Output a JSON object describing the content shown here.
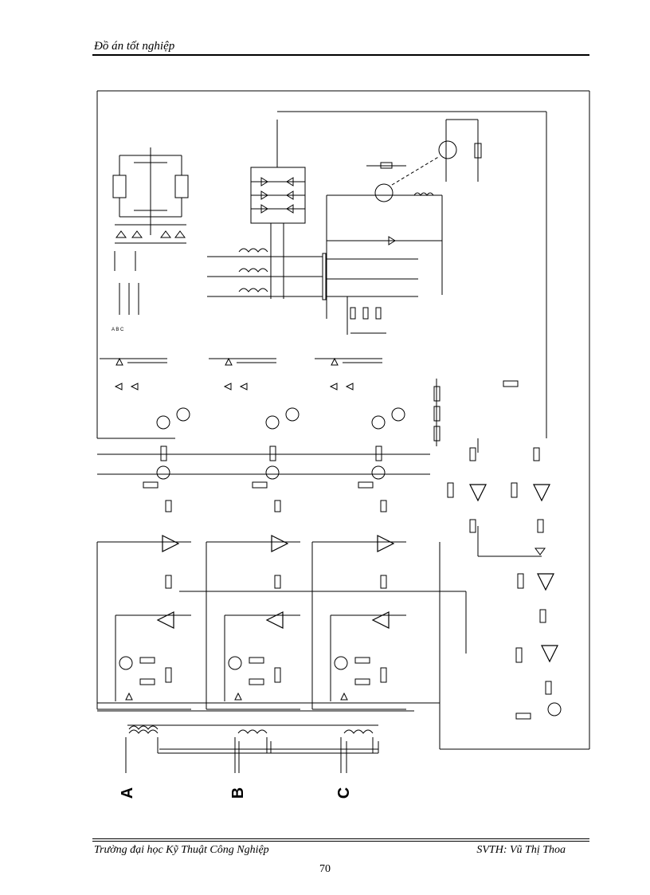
{
  "header": {
    "title": "Đồ án tốt nghiệp"
  },
  "figure": {
    "phase_labels": [
      "A",
      "B",
      "C"
    ]
  },
  "footer": {
    "left": "Trường đại học Kỹ Thuật Công Nghiệp",
    "right": "SVTH: Vũ Thị Thoa",
    "page_number": "70"
  }
}
